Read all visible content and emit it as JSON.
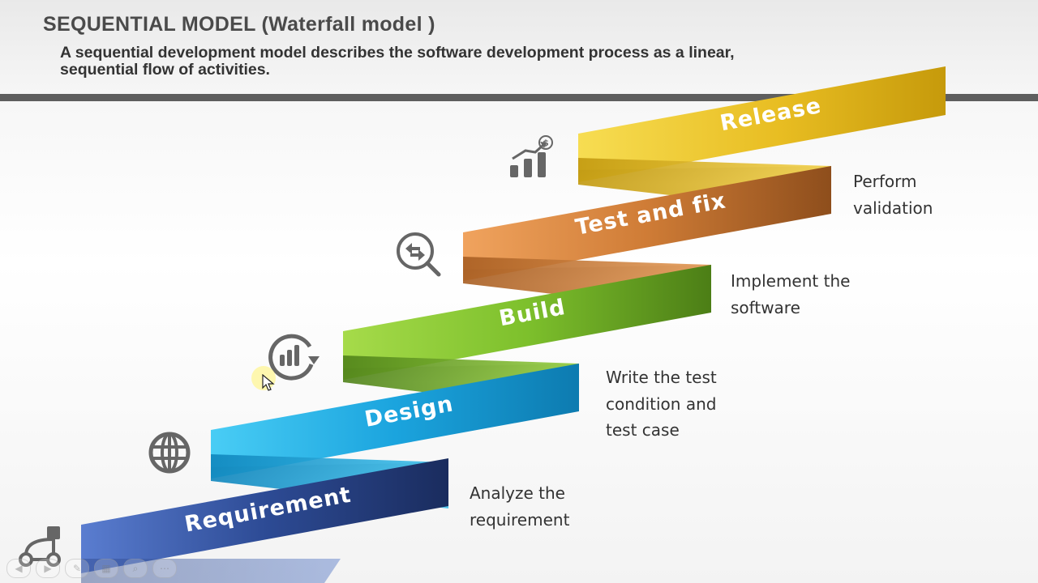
{
  "title": "SEQUENTIAL MODEL (Waterfall model )",
  "subtitle": "A sequential development model describes the software development process as a linear, sequential flow of activities.",
  "steps": [
    {
      "label": "Requirement",
      "note": "Analyze the requirement",
      "color": "#2e4a8c",
      "icon": "workflow-icon"
    },
    {
      "label": "Design",
      "note": "Write the test condition and test case",
      "color": "#1ba3de",
      "icon": "globe-icon"
    },
    {
      "label": "Build",
      "note": "Implement the software",
      "color": "#7cbf2e",
      "icon": "chart-refresh-icon"
    },
    {
      "label": "Test and fix",
      "note": "Perform validation",
      "color": "#c67a34",
      "icon": "magnifier-icon"
    },
    {
      "label": "Release",
      "note": "",
      "color": "#e3b521",
      "icon": "growth-chart-icon"
    }
  ]
}
